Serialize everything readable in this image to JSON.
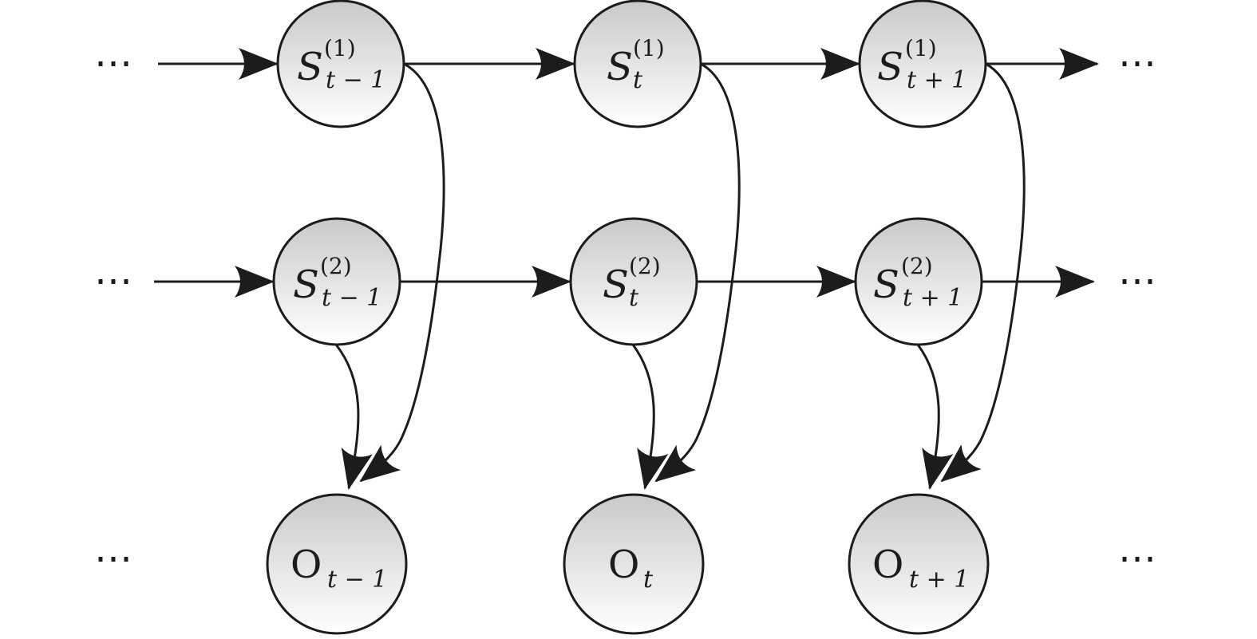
{
  "diagram": {
    "ellipsis": "⋯",
    "colors": {
      "stroke": "#1c1c1c",
      "node_top": "#c9c9c9",
      "node_bottom": "#ffffff"
    },
    "chain1": [
      {
        "base": "S",
        "sup": "(1)",
        "sub": "t − 1"
      },
      {
        "base": "S",
        "sup": "(1)",
        "sub": "t"
      },
      {
        "base": "S",
        "sup": "(1)",
        "sub": "t + 1"
      }
    ],
    "chain2": [
      {
        "base": "S",
        "sup": "(2)",
        "sub": "t − 1"
      },
      {
        "base": "S",
        "sup": "(2)",
        "sub": "t"
      },
      {
        "base": "S",
        "sup": "(2)",
        "sub": "t + 1"
      }
    ],
    "observations": [
      {
        "base": "O",
        "sub": "t − 1"
      },
      {
        "base": "O",
        "sub": "t"
      },
      {
        "base": "O",
        "sub": "t + 1"
      }
    ]
  }
}
